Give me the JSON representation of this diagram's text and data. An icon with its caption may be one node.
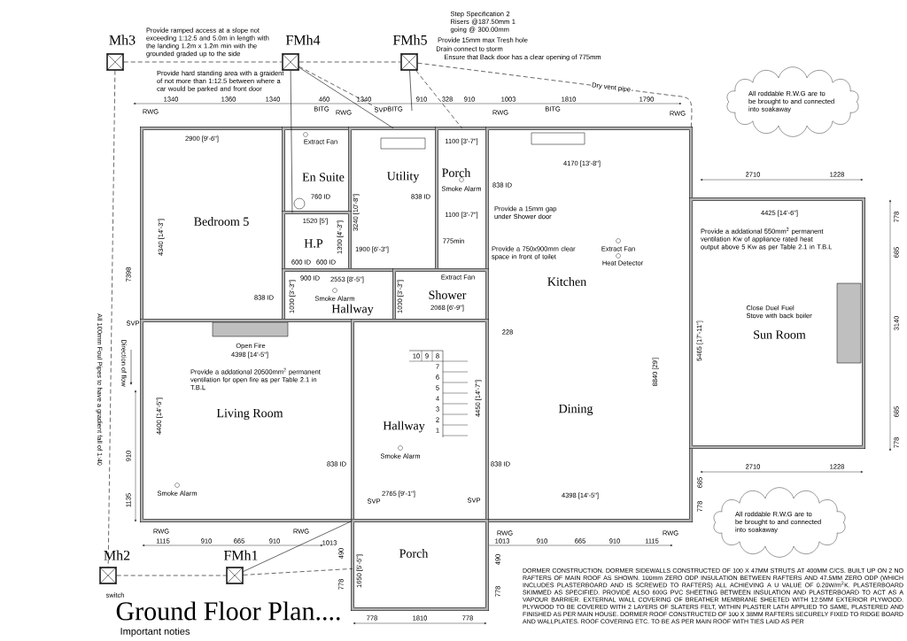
{
  "diagram": {
    "title": "Ground Floor Plan....",
    "nodes": [
      {
        "text": [
          "Mh3"
        ]
      },
      {
        "text": [
          "FMh4"
        ]
      },
      {
        "text": [
          "FMh5"
        ]
      },
      {
        "text": [
          "All roddable R.W.G are to be brought to and connected into soakaway"
        ]
      },
      {
        "text": [
          "Bedroom 5"
        ]
      },
      {
        "text": [
          "En Suite"
        ]
      },
      {
        "text": [
          "Utility"
        ]
      },
      {
        "text": [
          "Porch"
        ]
      },
      {
        "text": [
          "Kitchen",
          "Dining"
        ]
      },
      {
        "text": [
          "H.P"
        ]
      },
      {
        "text": [
          "Hallway"
        ]
      },
      {
        "text": [
          "Shower"
        ]
      },
      {
        "text": [
          "Sun Room"
        ]
      },
      {
        "text": [
          "Living Room"
        ]
      },
      {
        "text": [
          "Hallway"
        ]
      },
      {
        "text": [
          "All roddable R.W.G are to be brought to and connected into soakaway"
        ]
      },
      {
        "text": [
          "Mh2"
        ]
      },
      {
        "text": [
          "FMh1"
        ]
      },
      {
        "text": [
          "Porch"
        ]
      },
      {
        "text": [
          "SVP"
        ]
      }
    ],
    "edges": [
      {
        "from": 0,
        "to": 1,
        "arrow": "none",
        "style": "dashed"
      },
      {
        "from": 1,
        "to": 2,
        "arrow": "none",
        "style": "dashed"
      },
      {
        "from": 0,
        "to": 16,
        "arrow": "none",
        "style": "dashed"
      },
      {
        "from": 16,
        "to": 17,
        "arrow": "none",
        "style": "dashed"
      },
      {
        "from": 17,
        "to": 14,
        "arrow": "none"
      },
      {
        "from": 17,
        "to": 18,
        "arrow": "none",
        "style": "dashed"
      },
      {
        "from": 1,
        "to": 5,
        "arrow": "none"
      },
      {
        "from": 1,
        "to": 6,
        "arrow": "none"
      },
      {
        "from": 1,
        "to": 19,
        "arrow": "none",
        "style": "dashed"
      },
      {
        "from": 2,
        "to": null,
        "arrow": "none"
      },
      {
        "from": 2,
        "to": 7,
        "arrow": "none",
        "style": "dashed"
      },
      {
        "from": 2,
        "to": 8,
        "arrow": "none",
        "style": "dashed",
        "label": "Dry vent pipe"
      }
    ],
    "labels": [
      "Provide ramped access at a slope not exceeding 1:12.5 and 5.0m in length with the landing 1.2m x 1.2m min with the grounded graded up to the side",
      "Provide hard standing area with a graident of not more than 1:12.5 between where a car would be parked and front door",
      "Step Specification 2 Risers @187.50mm 1 going @ 300.00mm",
      "Provide 15mm max Tresh hole",
      "Drain connect to storm",
      "Ensure that Back door has a clear opening of 775mm",
      "1340",
      "1360",
      "1340",
      "460",
      "1340",
      "910",
      "328",
      "910",
      "1003",
      "1810",
      "1790",
      "BITG",
      "BITG",
      "BITG",
      "RWG",
      "RWG",
      "RWG",
      "RWG",
      "2900 [9'-6\"]",
      "Extract Fan",
      "760 ID",
      "1100 [3'-7\"]",
      "838 ID",
      "Smoke Alarm",
      "838 ID",
      "4170 [13'-8\"]",
      "4340 [14'-3\"]",
      "3240 [10'-8\"]",
      "1520 [5']",
      "1100 [3'-7\"]",
      "Provide a 15mm gap under Shower door",
      "1900 [6'-3\"]",
      "1300 [4'-3\"]",
      "775min",
      "Provide a 750x900mm clear space in front of toilet",
      "Extract Fan",
      "Heat Detector",
      "4425 [14'-6\"]",
      "Provide a addational 550mm$^{2}$ permanent ventilation Kw of appliance rated heat output above 5 Kw as per Table 2.1 in T.B.L",
      "2710",
      "1228",
      "778",
      "685",
      "600 ID",
      "600 ID",
      "900 ID",
      "2553 [8'-5\"]",
      "Extract Fan",
      "838 ID",
      "1000 [3'-3\"]",
      "Smoke Alarm",
      "1000 [3'-3\"]",
      "2068 [6'-9\"]",
      "Close Duel Fuel Stove with back boiler",
      "3140",
      "8840 [29']",
      "228",
      "7398",
      "SVP",
      "Open Fire",
      "4398 [14'-5\"]",
      "5465 [17'-11\"]",
      "Provide a addational 20500mm$^{2}$ permanent ventilation for open fire as per Table 2.1 in T.B.L",
      "10",
      "9",
      "8",
      "7",
      "6",
      "5",
      "4",
      "3",
      "2",
      "1",
      "4450 [14'-7\"]",
      "Direction of flow",
      "All 100mm Foul Pipes to have a gradient fall of 1:40",
      "4400 [14'-5\"]",
      "685",
      "778",
      "Smoke Alarm",
      "838 ID",
      "838 ID",
      "910",
      "2710",
      "1228",
      "Smoke Alarm",
      "2765 [9'-1\"]",
      "4398 [14'-5\"]",
      "1135",
      "SVP",
      "SVP",
      "685",
      "778",
      "RWG",
      "RWG",
      "RWG",
      "RWG",
      "1115",
      "910",
      "665",
      "910",
      "1013",
      "1013",
      "910",
      "665",
      "910",
      "1115",
      "1650 [5'-5\"]",
      "490",
      "778",
      "490",
      "778",
      "switch",
      "778",
      "1810",
      "778",
      "Important noties",
      "DORMER CONSTRUCTION. DORMER SIDEWALLS CONSTRUCTED OF 100 X 47MM STRUTS AT 400MM C/CS. BUILT UP ON 2 NO RAFTERS OF MAIN ROOF AS SHOWN. 100mm ZERO ODP INSULATION BETWEEN RAFTERS AND 47.5MM ZERO ODP (WHICH INCLUDES PLASTERBOARD AND IS SCREWED TO RAFTERS) ALL ACHIEVING A U VALUE OF 0.20W/m$^{2}$K. PLASTERBOARD SKIMMED AS SPECIFIED. PROVIDE ALSO 600G PVC SHEETING BETWEEN INSULATION AND PLASTERBOARD TO ACT AS A VAPOUR BARRIER. EXTERNAL WALL COVERING OF BREATHER MEMBRANE SHEETED WITH 12.5MM EXTERIOR PLYWOOD. PLYWOOD TO BE COVERED WITH 2 LAYERS OF SLATERS FELT, WITHIN PLASTER LATH APPLIED TO SAME, PLASTERED AND FINISHED AS PER MAIN HOUSE. DORMER ROOF CONSTRUCTED OF 100 X 38MM RAFTERS SECURELY FIXED TO RIDGE BOARD AND WALLPLATES. ROOF COVERING ETC. TO BE AS PER MAIN ROOF WITH TIES LAID AS PER"
    ]
  }
}
